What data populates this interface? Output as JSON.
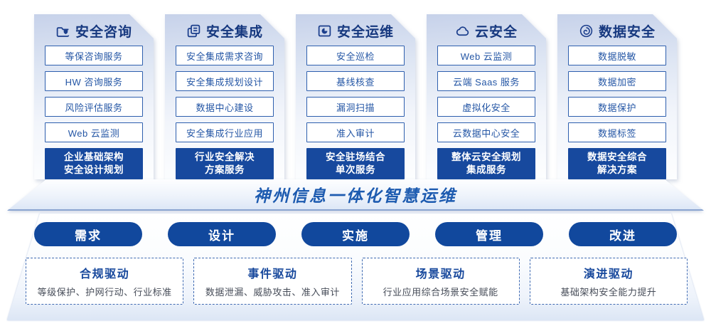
{
  "columns": [
    {
      "title": "安全咨询",
      "icon": "folder-shield-icon",
      "items": [
        "等保咨询服务",
        "HW 咨询服务",
        "风险评估服务",
        "Web 云监测"
      ],
      "footer": [
        "企业基础架构",
        "安全设计规划"
      ]
    },
    {
      "title": "安全集成",
      "icon": "copy-documents-icon",
      "items": [
        "安全集成需求咨询",
        "安全集成规划设计",
        "数据中心建设",
        "安全集成行业应用"
      ],
      "footer": [
        "行业安全解决",
        "方案服务"
      ]
    },
    {
      "title": "安全运维",
      "icon": "folder-clock-icon",
      "items": [
        "安全巡检",
        "基线核查",
        "漏洞扫描",
        "准入审计"
      ],
      "footer": [
        "安全驻场结合",
        "单次服务"
      ]
    },
    {
      "title": "云安全",
      "icon": "cloud-icon",
      "items": [
        "Web 云监测",
        "云端 Saas 服务",
        "虚拟化安全",
        "云数据中心安全"
      ],
      "footer": [
        "整体云安全规划",
        "集成服务"
      ]
    },
    {
      "title": "数据安全",
      "icon": "fingerprint-icon",
      "items": [
        "数据脱敏",
        "数据加密",
        "数据保护",
        "数据标签"
      ],
      "footer": [
        "数据安全综合",
        "解决方案"
      ]
    }
  ],
  "banner": {
    "title": "神州信息一体化智慧运维"
  },
  "process_pills": [
    "需求",
    "设计",
    "实施",
    "管理",
    "改进"
  ],
  "drivers": [
    {
      "title": "合规驱动",
      "desc": "等级保护、护网行动、行业标准"
    },
    {
      "title": "事件驱动",
      "desc": "数据泄漏、威胁攻击、准入审计"
    },
    {
      "title": "场景驱动",
      "desc": "行业应用综合场景安全赋能"
    },
    {
      "title": "演进驱动",
      "desc": "基础架构安全能力提升"
    }
  ],
  "colors": {
    "header_text": "#16387f",
    "item_border": "#2e5fae",
    "item_text": "#2456a5",
    "footer_bg": "#17499e",
    "pill_bg": "#11489d",
    "banner_text": "#1d5bb0",
    "dashed_border": "#3f6ab2",
    "driver_title": "#17489c",
    "driver_desc": "#474d59",
    "card_gradient_top": "#c7d2ea"
  }
}
